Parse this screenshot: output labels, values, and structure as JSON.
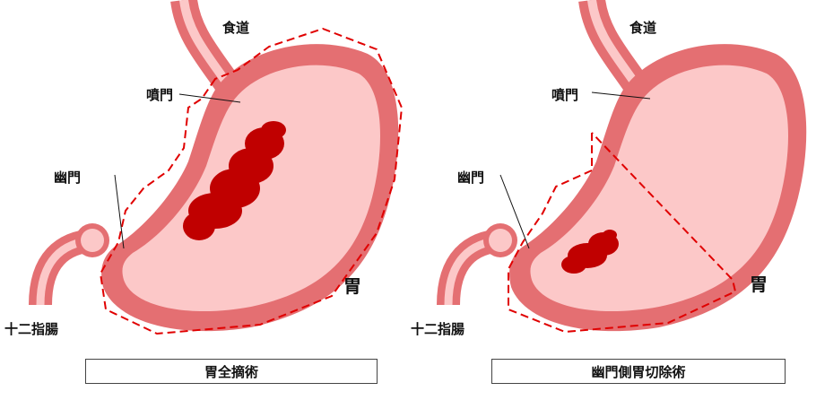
{
  "left": {
    "labels": {
      "esophagus": "食道",
      "cardia": "噴門",
      "pylorus": "幽門",
      "stomach": "胃",
      "duodenum": "十二指腸"
    },
    "caption": "胃全摘術"
  },
  "right": {
    "labels": {
      "esophagus": "食道",
      "cardia": "噴門",
      "pylorus": "幽門",
      "stomach": "胃",
      "duodenum": "十二指腸"
    },
    "caption": "幽門側胃切除術"
  },
  "colors": {
    "wall": "#e46f72",
    "lumen": "#fcc8c8",
    "tumor": "#c00000",
    "resection": "#e00000"
  }
}
